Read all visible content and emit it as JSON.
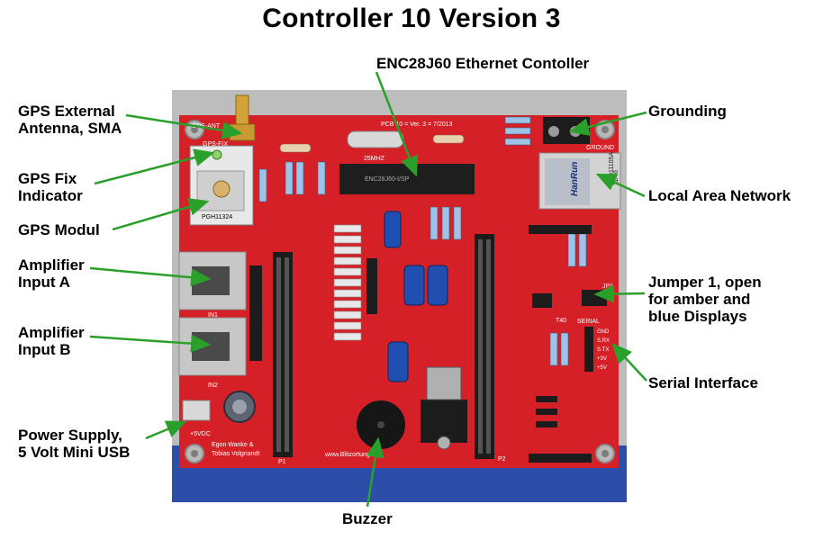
{
  "title": "Controller 10 Version 3",
  "labels": {
    "gps_antenna": "GPS External\nAntenna, SMA",
    "gps_fix": "GPS Fix\nIndicator",
    "gps_module": "GPS Modul",
    "amp_a": "Amplifier\nInput A",
    "amp_b": "Amplifier\nInput B",
    "power": "Power Supply,\n5 Volt Mini USB",
    "ethernet": "ENC28J60 Ethernet Contoller",
    "grounding": "Grounding",
    "lan": "Local Area Network",
    "jumper": "Jumper 1, open\nfor amber and\nblue Displays",
    "serial": "Serial Interface",
    "buzzer": "Buzzer"
  },
  "board_text": {
    "pcb_version": "PCB 10 = Ver. 3 = 7/2013",
    "gps_fix_silk": "GPS-FIX",
    "gps_ant_silk": "GPS-ANT",
    "gps_module_code": "PGH11324",
    "crystal": "25MHZ",
    "chip": "ENC28J60-I/SP",
    "lan_brand": "HanRun",
    "lan_part": "HR911105A",
    "lan_date": "11/46",
    "ground_silk": "GROUND",
    "in1": "IN1",
    "in2": "IN2",
    "power_silk": "+5VDC",
    "credits_1": "Egon Wanke &",
    "credits_2": "Tobias Volgnandt",
    "website": "www.Blitzortung.org",
    "p1": "P1",
    "p2": "P2",
    "serial_silk": "SERIAL",
    "jp1": "JP1",
    "t40": "T40",
    "serial_pins": [
      "GND",
      "S.RX",
      "S.TX",
      "+3V",
      "+5V"
    ]
  },
  "colors": {
    "pcb_red": "#d42026",
    "arrow_green": "#2aa02a",
    "base_blue": "#2d4ea8"
  }
}
